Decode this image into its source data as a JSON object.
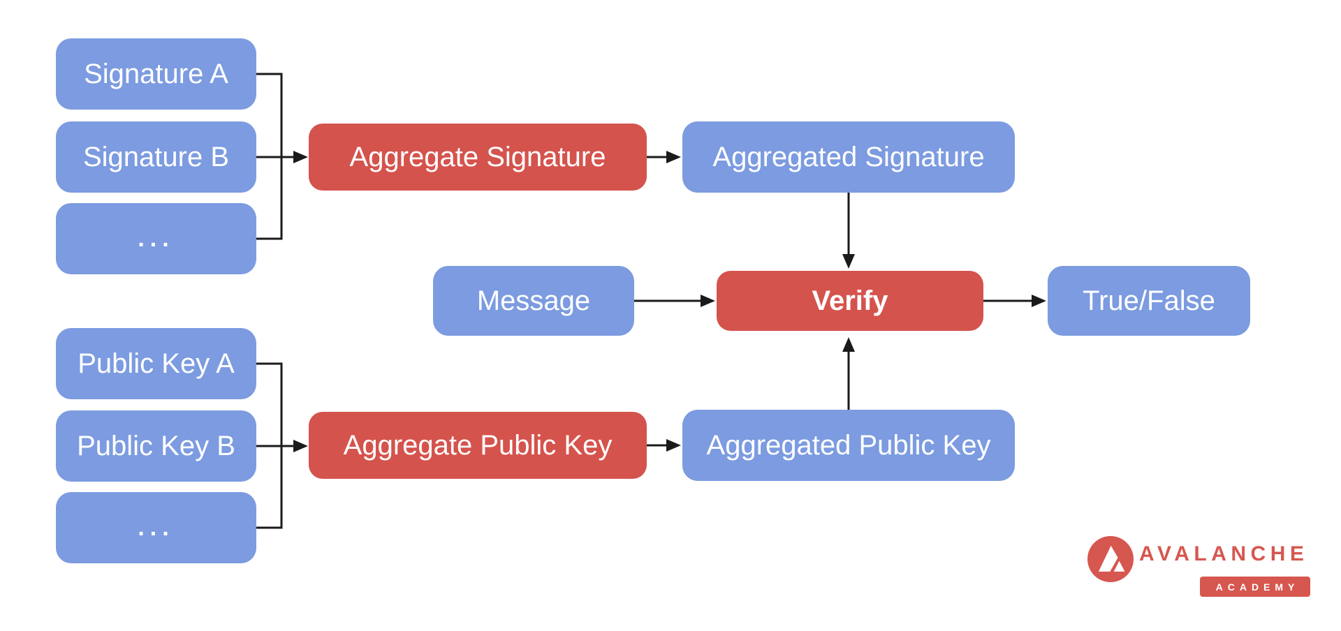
{
  "colors": {
    "node_blue": "#7C9BE0",
    "node_red": "#D5534D",
    "node_text": "#FFFFFF",
    "arrow": "#1A1A1A",
    "brand_red": "#D6574F"
  },
  "nodes": {
    "signature_a": {
      "label": "Signature A"
    },
    "signature_b": {
      "label": "Signature B"
    },
    "signatures_more": {
      "label": "..."
    },
    "aggregate_signature": {
      "label": "Aggregate Signature"
    },
    "aggregated_signature": {
      "label": "Aggregated Signature"
    },
    "message": {
      "label": "Message"
    },
    "verify": {
      "label": "Verify"
    },
    "true_false": {
      "label": "True/False"
    },
    "public_key_a": {
      "label": "Public Key A"
    },
    "public_key_b": {
      "label": "Public Key B"
    },
    "public_keys_more": {
      "label": "..."
    },
    "aggregate_public_key": {
      "label": "Aggregate Public Key"
    },
    "aggregated_public_key": {
      "label": "Aggregated Public Key"
    }
  },
  "edges": [
    {
      "from": "signature_a",
      "to": "aggregate_signature"
    },
    {
      "from": "signature_b",
      "to": "aggregate_signature"
    },
    {
      "from": "signatures_more",
      "to": "aggregate_signature"
    },
    {
      "from": "aggregate_signature",
      "to": "aggregated_signature"
    },
    {
      "from": "aggregated_signature",
      "to": "verify"
    },
    {
      "from": "message",
      "to": "verify"
    },
    {
      "from": "public_key_a",
      "to": "aggregate_public_key"
    },
    {
      "from": "public_key_b",
      "to": "aggregate_public_key"
    },
    {
      "from": "public_keys_more",
      "to": "aggregate_public_key"
    },
    {
      "from": "aggregate_public_key",
      "to": "aggregated_public_key"
    },
    {
      "from": "aggregated_public_key",
      "to": "verify"
    },
    {
      "from": "verify",
      "to": "true_false"
    }
  ],
  "logo": {
    "brand": "AVALANCHE",
    "sub": "ACADEMY"
  }
}
